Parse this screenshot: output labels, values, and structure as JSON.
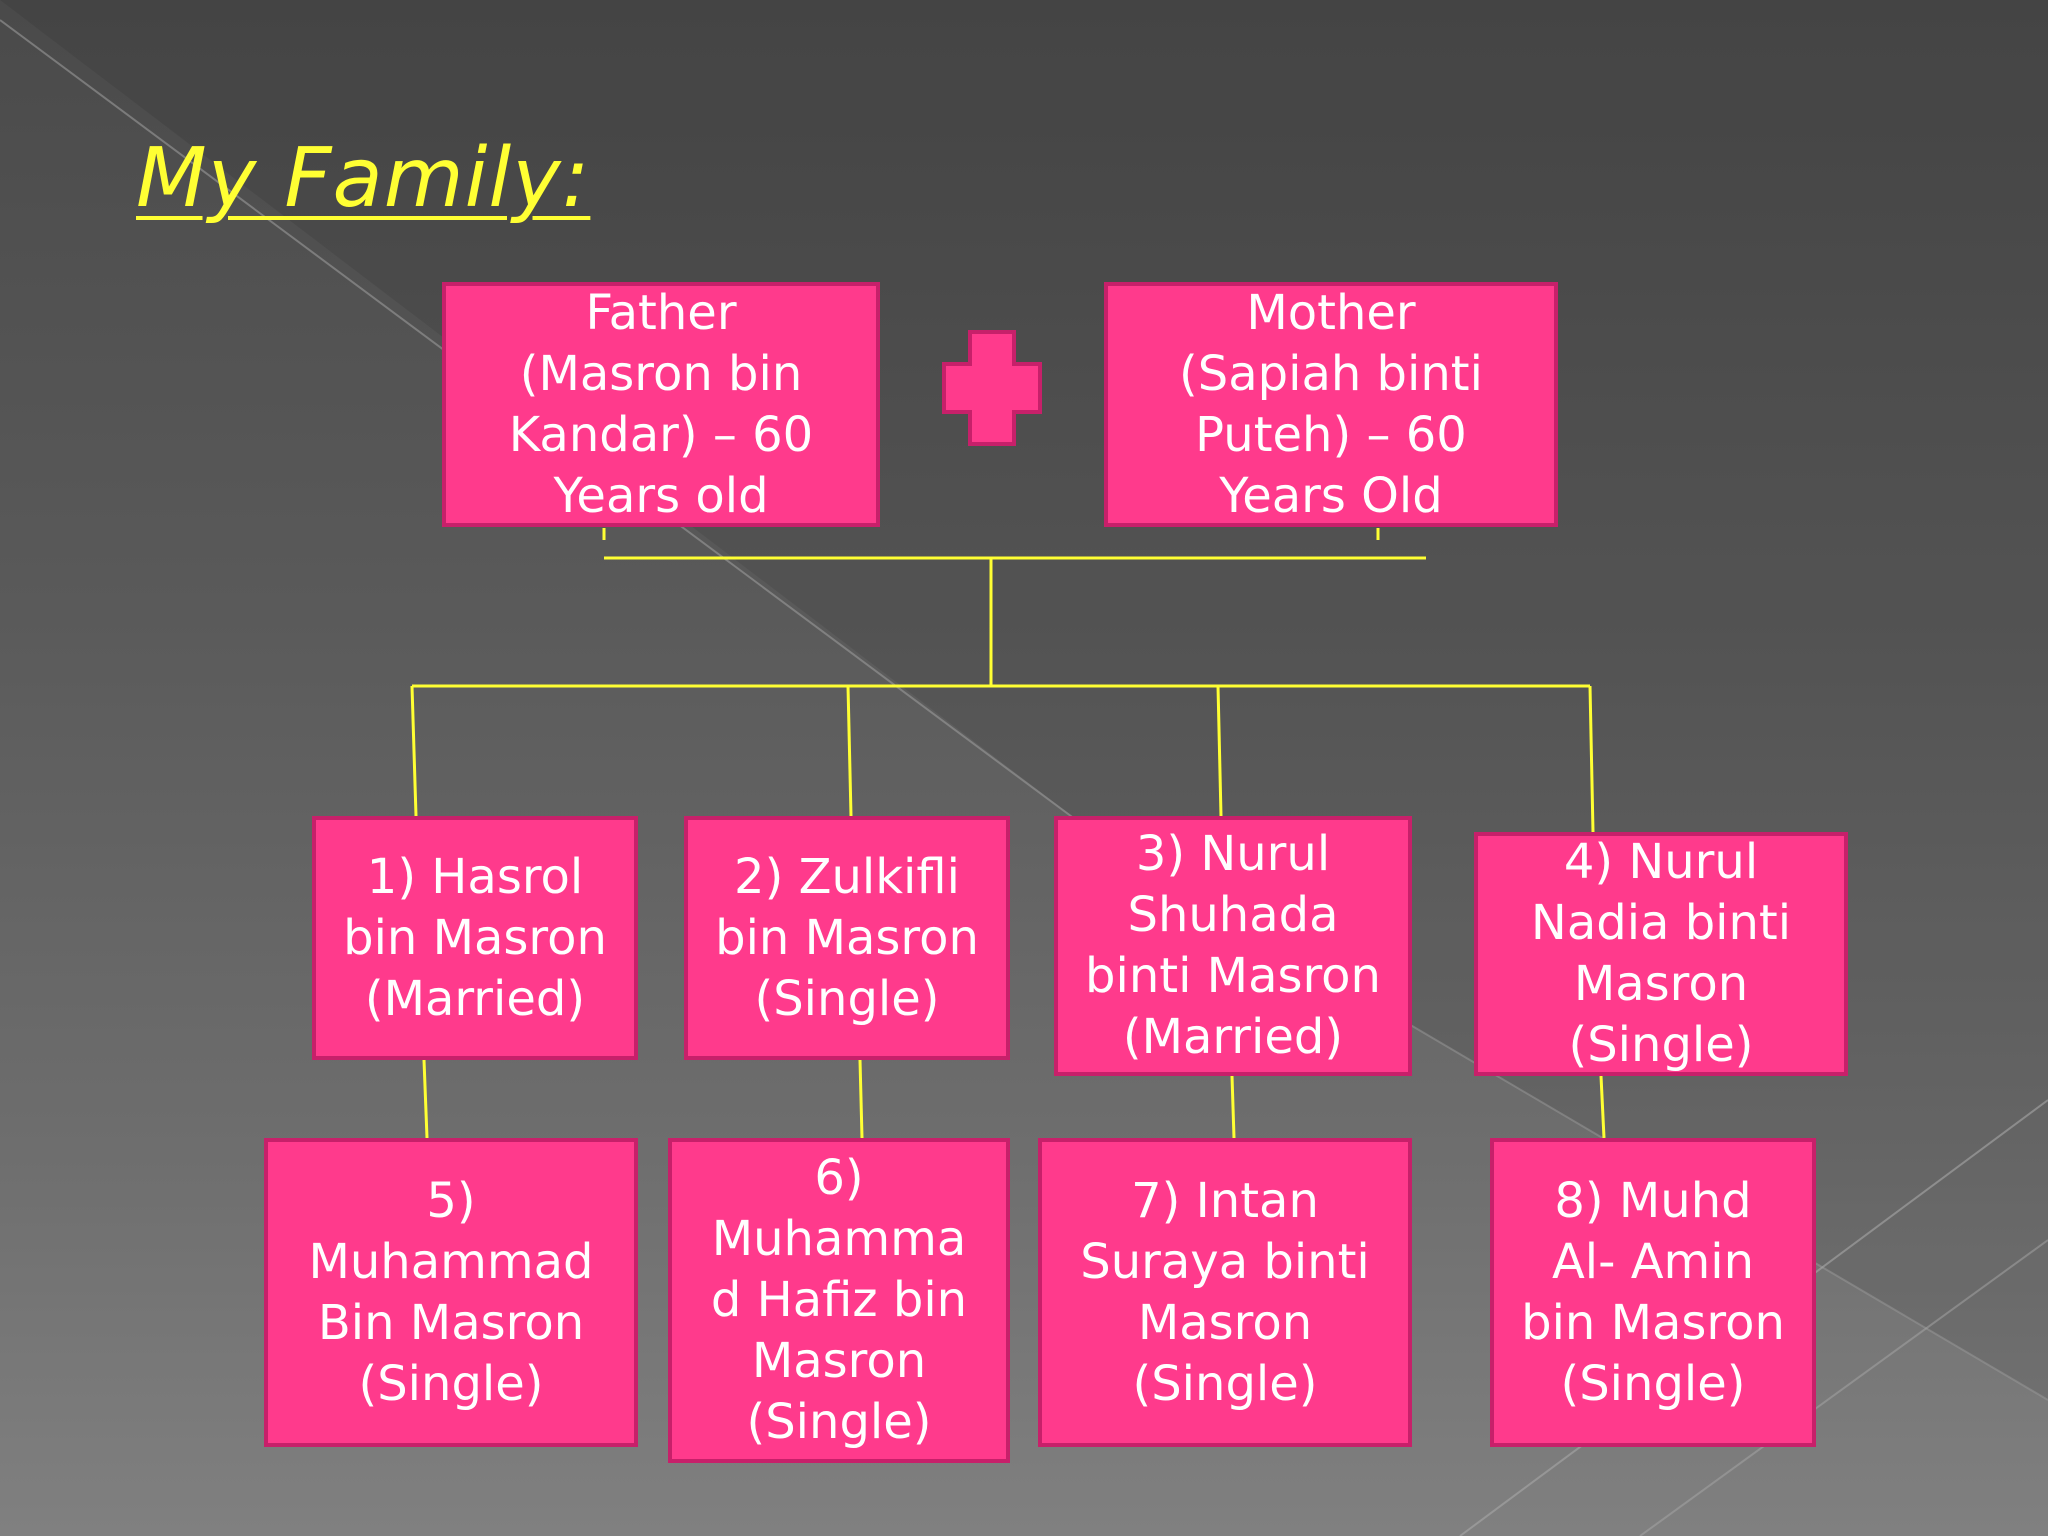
{
  "slide": {
    "title": "My Family:",
    "parents": {
      "father": "Father\n(Masron bin\nKandar) – 60\nYears old",
      "mother": "Mother\n(Sapiah binti\nPuteh) – 60\nYears Old"
    },
    "children": [
      "1) Hasrol\nbin Masron\n(Married)",
      "2) Zulkifli\nbin Masron\n(Single)",
      "3) Nurul\nShuhada\nbinti Masron\n(Married)",
      "4) Nurul\nNadia binti\nMasron\n(Single)",
      "5)\nMuhammad\nBin Masron\n(Single)",
      "6)\nMuhamma\nd Hafiz bin\nMasron\n(Single)",
      "7) Intan\nSuraya binti\nMasron\n(Single)",
      "8) Muhd\nAl- Amin\nbin Masron\n(Single)"
    ]
  },
  "colors": {
    "box_fill": "#ff3a8c",
    "box_border": "#c7206a",
    "line": "#ffff33",
    "title": "#ffff33"
  }
}
